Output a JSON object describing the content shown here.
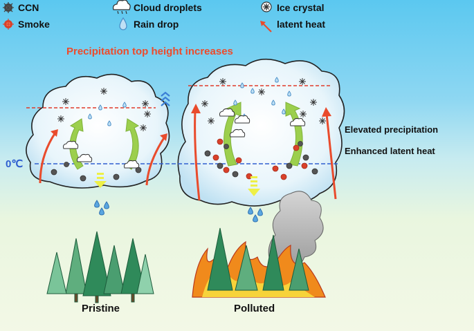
{
  "legend": {
    "ccn": "CCN",
    "smoke": "Smoke",
    "cloud_droplets": "Cloud droplets",
    "rain_drop": "Rain drop",
    "ice_crystal": "Ice crystal",
    "latent_heat": "latent heat"
  },
  "headline": "Precipitation top height increases",
  "freezing_label": "0℃",
  "effects": {
    "elevated": "Elevated precipitation",
    "enhanced": "Enhanced latent heat"
  },
  "scenes": {
    "pristine": "Pristine",
    "polluted": "Polluted"
  },
  "colors": {
    "headline": "#ee4b2b",
    "freezing_line": "#2f5fd0",
    "top_line": "#e03a2a",
    "arrow": "#e94b2c",
    "smoke": "#d9412a",
    "ccn": "#555555",
    "droplet": "#6aaee0",
    "tree": "#2f8a5a",
    "fire": "#f08a1c"
  },
  "icons": [
    "ccn-icon",
    "smoke-icon",
    "cloud-droplets-icon",
    "rain-drop-icon",
    "ice-crystal-icon",
    "latent-heat-arrow-icon"
  ]
}
